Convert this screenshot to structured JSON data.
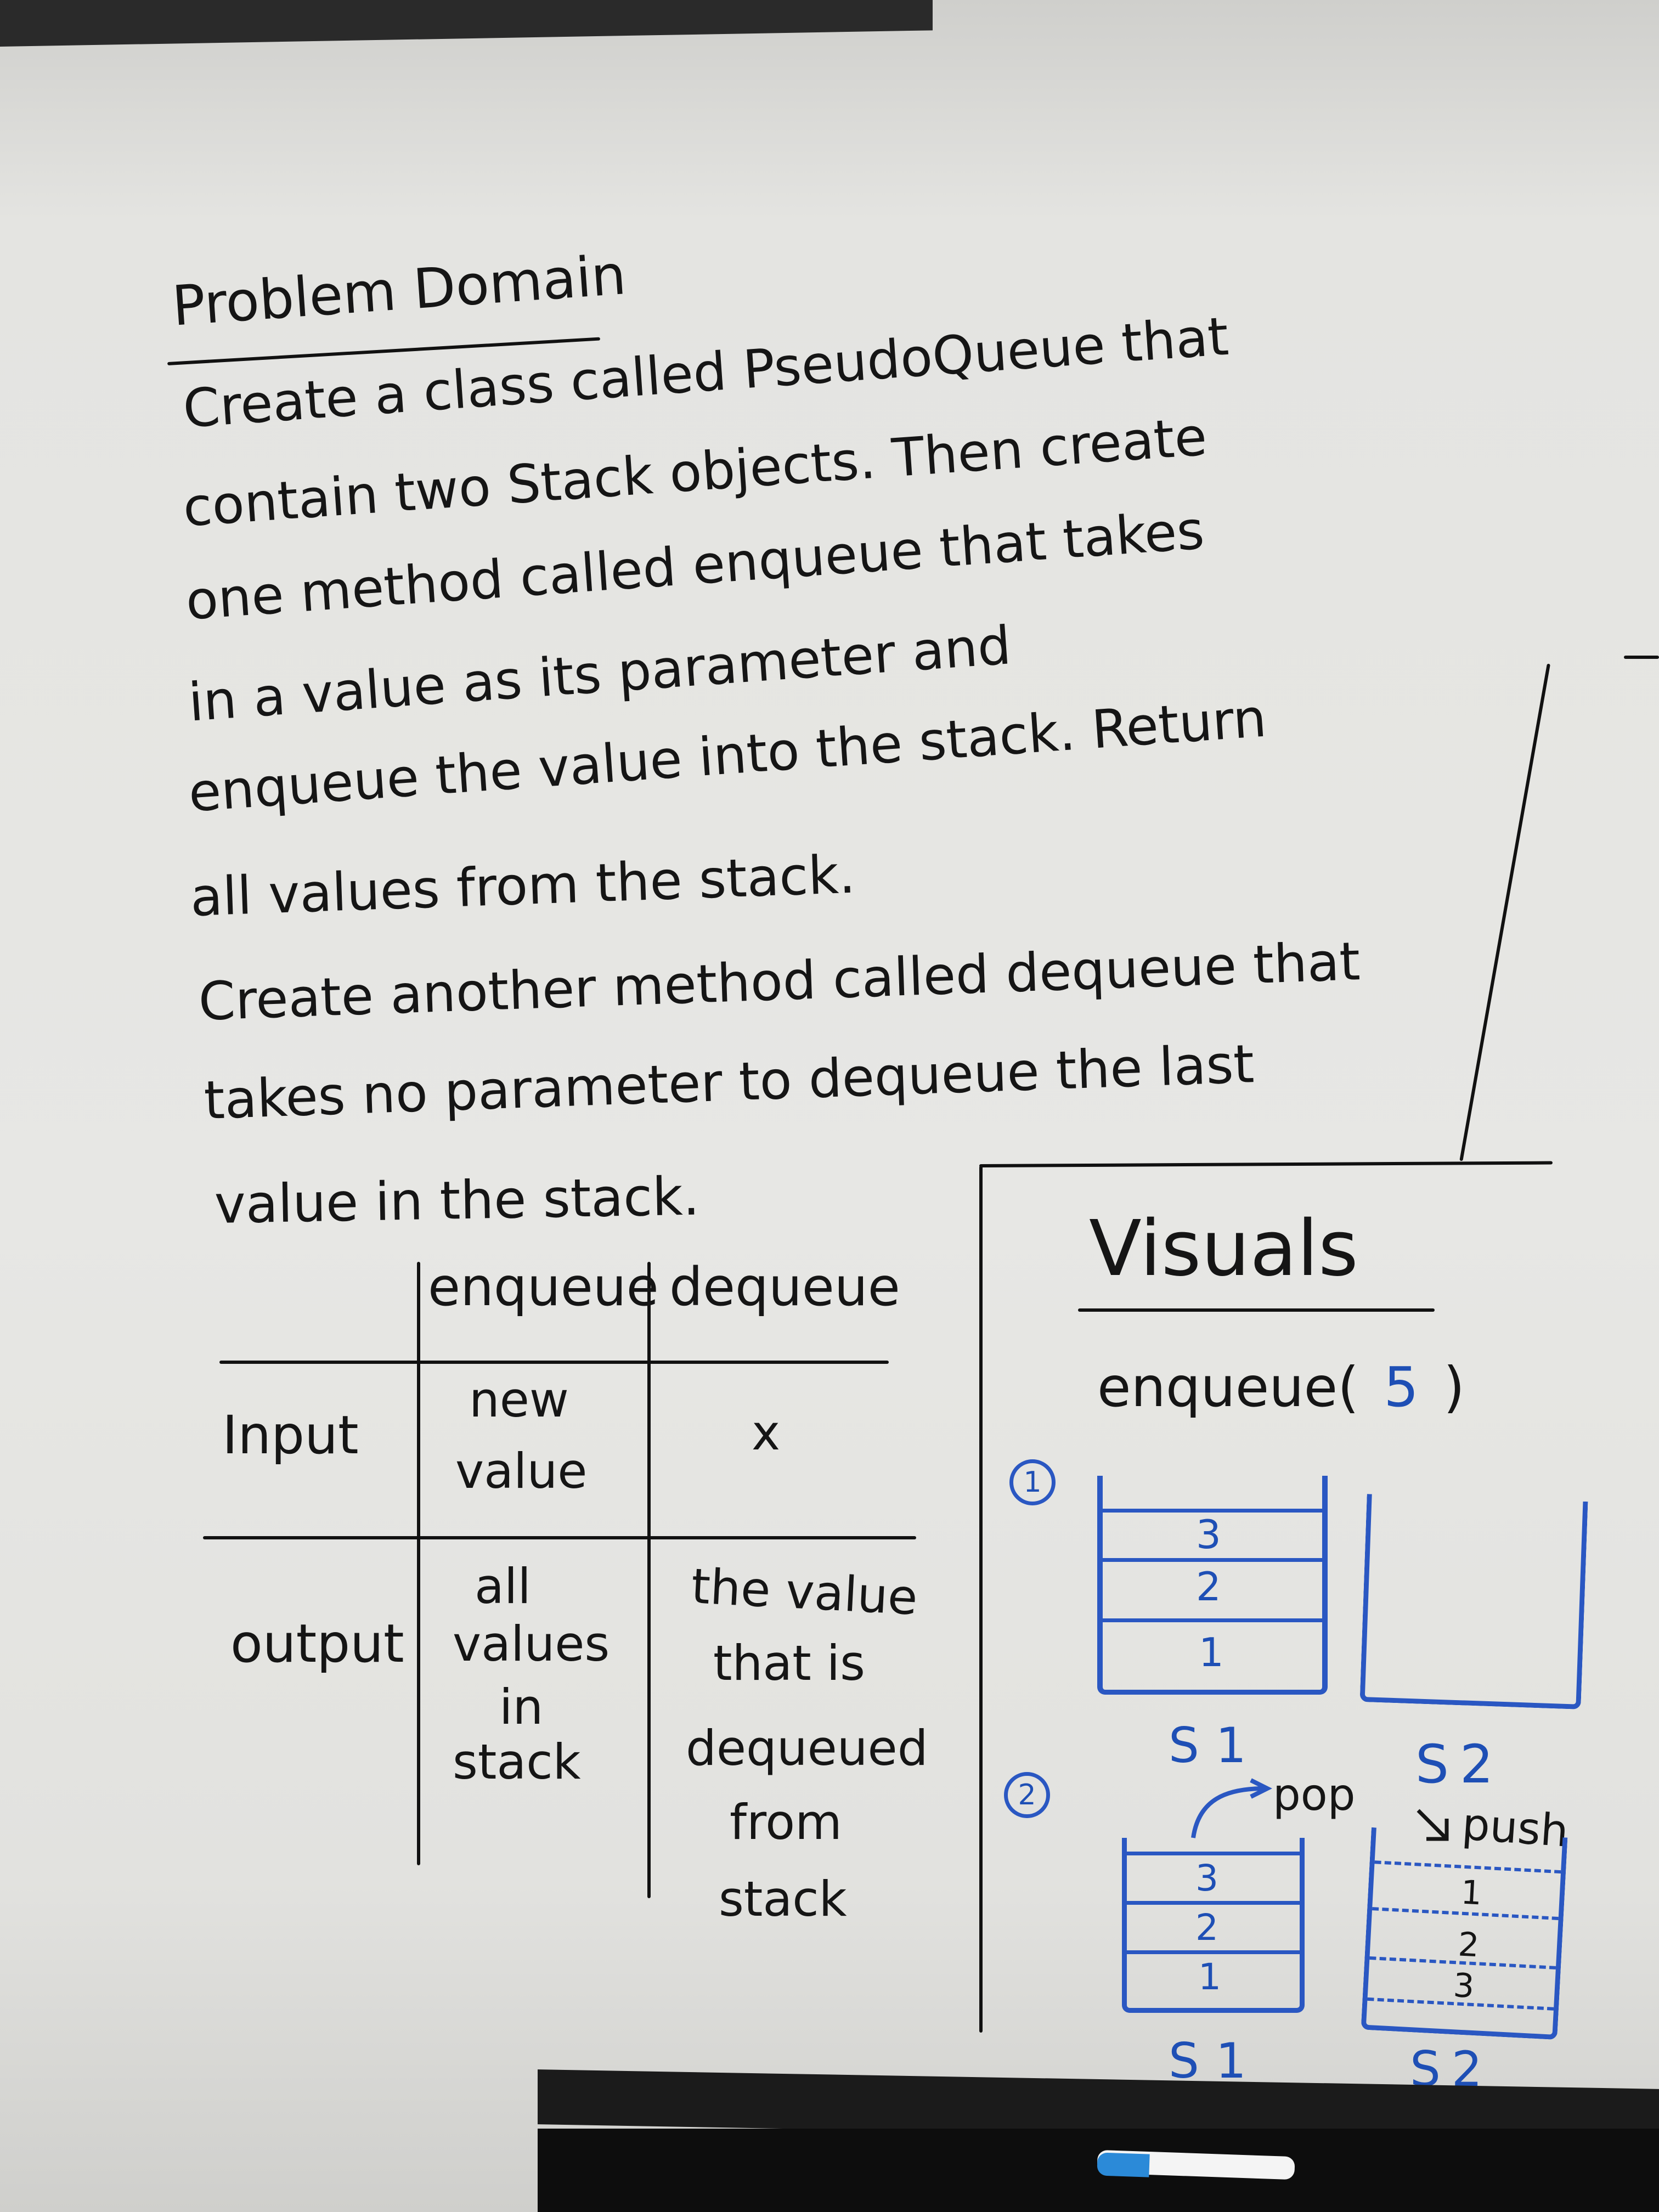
{
  "heading": "Problem Domain",
  "description_lines": [
    "Create a class called PseudoQueue that",
    "contain two Stack objects. Then create",
    "one method called enqueue that takes",
    "in a value as its parameter and",
    "enqueue the value into the stack. Return",
    "all values from the stack.",
    "Create another method called dequeue that",
    "takes no parameter to dequeue the last",
    "value in the stack."
  ],
  "table": {
    "col_enqueue": "enqueue",
    "col_dequeue": "dequeue",
    "row_input": "Input",
    "row_output": "output",
    "input_enqueue_1": "new",
    "input_enqueue_2": "value",
    "input_dequeue": "x",
    "output_enqueue_1": "all",
    "output_enqueue_2": "values",
    "output_enqueue_3": "in",
    "output_enqueue_4": "stack",
    "output_dequeue_1": "the value",
    "output_dequeue_2": "that is",
    "output_dequeue_3": "dequeued",
    "output_dequeue_4": "from",
    "output_dequeue_5": "stack"
  },
  "visuals": {
    "title": "Visuals",
    "call_prefix": "enqueue(",
    "call_arg": "5",
    "call_suffix": ")",
    "step1": "1",
    "step2": "2",
    "s1_step1": [
      "3",
      "2",
      "1"
    ],
    "s1_label": "S1",
    "s2_label": "S2",
    "pop": "pop",
    "push": "push",
    "s1_step2": [
      "3",
      "2",
      "1"
    ],
    "s2_step2": [
      "1",
      "2",
      "3"
    ]
  },
  "colors": {
    "ink": "#151515",
    "blue_ink": "#1e4fb5"
  }
}
